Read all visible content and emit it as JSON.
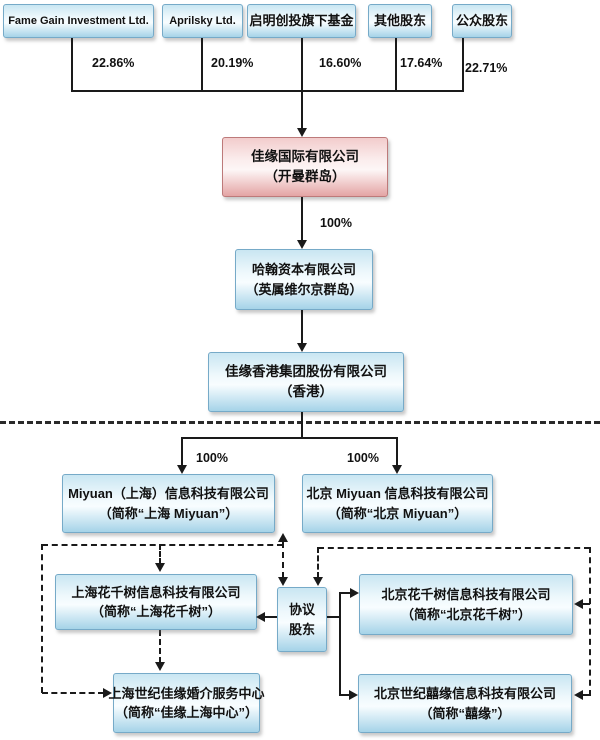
{
  "shareholders": [
    {
      "label": "Fame Gain Investment Ltd.",
      "ownership": "22.86%"
    },
    {
      "label": "Aprilsky Ltd.",
      "ownership": "20.19%"
    },
    {
      "label": "启明创投旗下基金",
      "ownership": "16.60%"
    },
    {
      "label": "其他股东",
      "ownership": "17.64%"
    },
    {
      "label": "公众股东",
      "ownership": "22.71%"
    }
  ],
  "offshore": {
    "cayman": {
      "name": "佳缘国际有限公司",
      "location": "（开曼群岛）"
    },
    "bvi": {
      "name": "哈翰资本有限公司",
      "location": "（英属维尔京群岛）",
      "ownership": "100%"
    },
    "hongkong": {
      "name": "佳缘香港集团股份有限公司",
      "location": "（香港）"
    }
  },
  "onshore": {
    "wfoe_shanghai": {
      "name": "Miyuan（上海）信息科技有限公司",
      "alias": "（简称“上海 Miyuan”）",
      "ownership": "100%"
    },
    "wfoe_beijing": {
      "name": "北京 Miyuan 信息科技有限公司",
      "alias": "（简称“北京 Miyuan”）",
      "ownership": "100%"
    },
    "vie_shanghai_huaqianshu": {
      "name": "上海花千树信息科技有限公司",
      "alias": "（简称“上海花千树”）"
    },
    "vie_beijing_huaqianshu": {
      "name": "北京花千树信息科技有限公司",
      "alias": "（简称“北京花千树”）"
    },
    "agreement_shareholders": {
      "line1": "协议",
      "line2": "股东"
    },
    "vie_shanghai_center": {
      "name": "上海世纪佳缘婚介服务中心",
      "alias": "（简称“佳缘上海中心”）"
    },
    "vie_beijing_xiyuan": {
      "name": "北京世纪囍缘信息科技有限公司",
      "alias": "（简称“囍缘”）"
    }
  },
  "colors": {
    "box_blue_top": "#c9e6f2",
    "box_blue_bottom": "#a5d3e8",
    "box_blue_border": "#76aac8",
    "box_pink_top": "#f2cccc",
    "box_pink_bottom": "#e4a4a4",
    "box_pink_border": "#bd7a7a",
    "line": "#1a1a1a",
    "background": "#ffffff"
  }
}
